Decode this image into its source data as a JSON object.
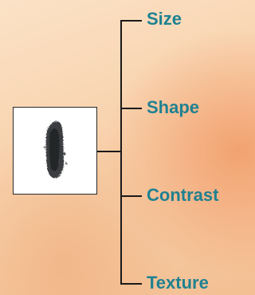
{
  "diagram": {
    "labels": [
      "Size",
      "Shape",
      "Contrast",
      "Texture"
    ],
    "label_color": "#1f8191",
    "line_color": "#1a1a1a"
  }
}
